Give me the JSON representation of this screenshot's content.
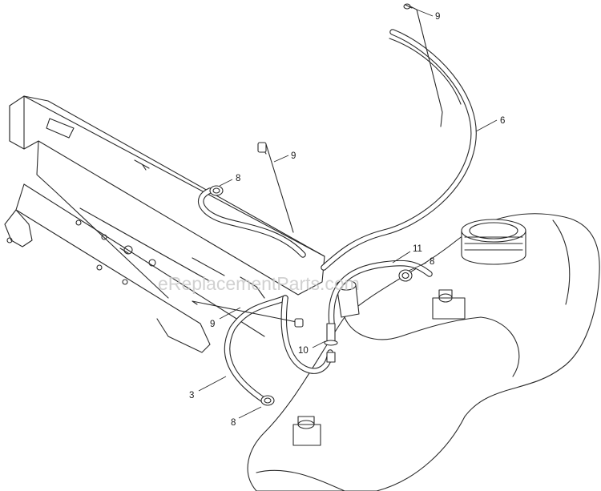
{
  "watermark": "eReplacementParts.com",
  "callouts": [
    {
      "id": "c-9-top",
      "label": "9"
    },
    {
      "id": "c-6",
      "label": "6"
    },
    {
      "id": "c-9-mid",
      "label": "9"
    },
    {
      "id": "c-8-upper",
      "label": "8"
    },
    {
      "id": "c-11",
      "label": "11"
    },
    {
      "id": "c-8-right",
      "label": "8"
    },
    {
      "id": "c-9-left",
      "label": "9"
    },
    {
      "id": "c-10",
      "label": "10"
    },
    {
      "id": "c-3",
      "label": "3"
    },
    {
      "id": "c-8-lower",
      "label": "8"
    }
  ]
}
